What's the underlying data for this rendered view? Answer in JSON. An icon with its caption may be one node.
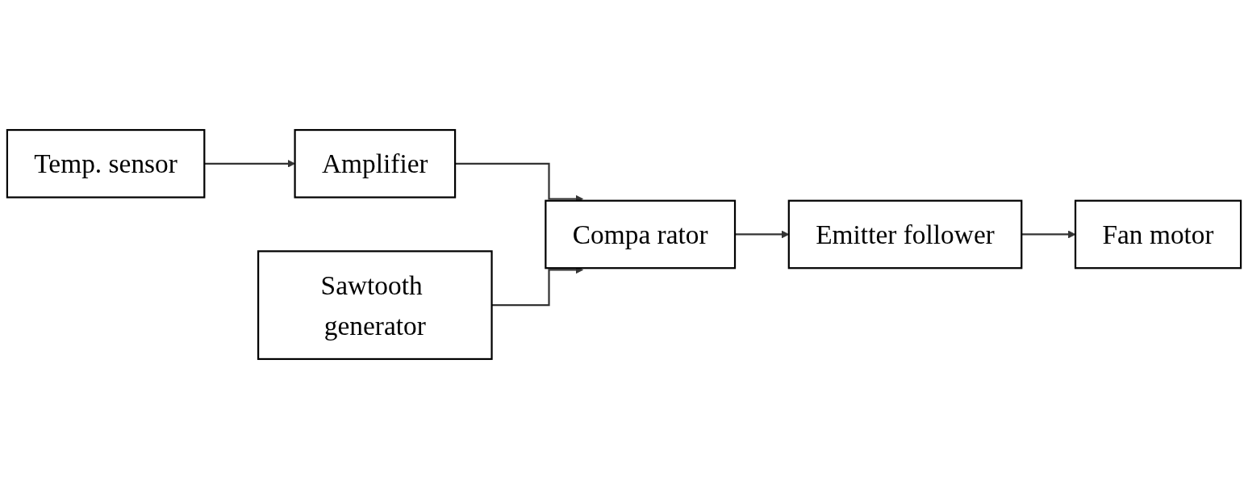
{
  "diagram": {
    "nodes": [
      {
        "text": [
          "Temp. sensor"
        ]
      },
      {
        "text": [
          "Amplifier"
        ]
      },
      {
        "text": [
          "Compa rator"
        ]
      },
      {
        "text": [
          "Emitter follower"
        ]
      },
      {
        "text": [
          "Fan motor"
        ]
      },
      {
        "text": [
          "Sawtooth generator"
        ]
      }
    ],
    "edges": [
      {
        "from": 0,
        "to": 1,
        "arrow": "to"
      },
      {
        "from": 1,
        "to": 2,
        "arrow": "to"
      },
      {
        "from": 5,
        "to": 2,
        "arrow": "to"
      },
      {
        "from": 2,
        "to": 3,
        "arrow": "to"
      },
      {
        "from": 3,
        "to": 4,
        "arrow": "to"
      }
    ]
  }
}
